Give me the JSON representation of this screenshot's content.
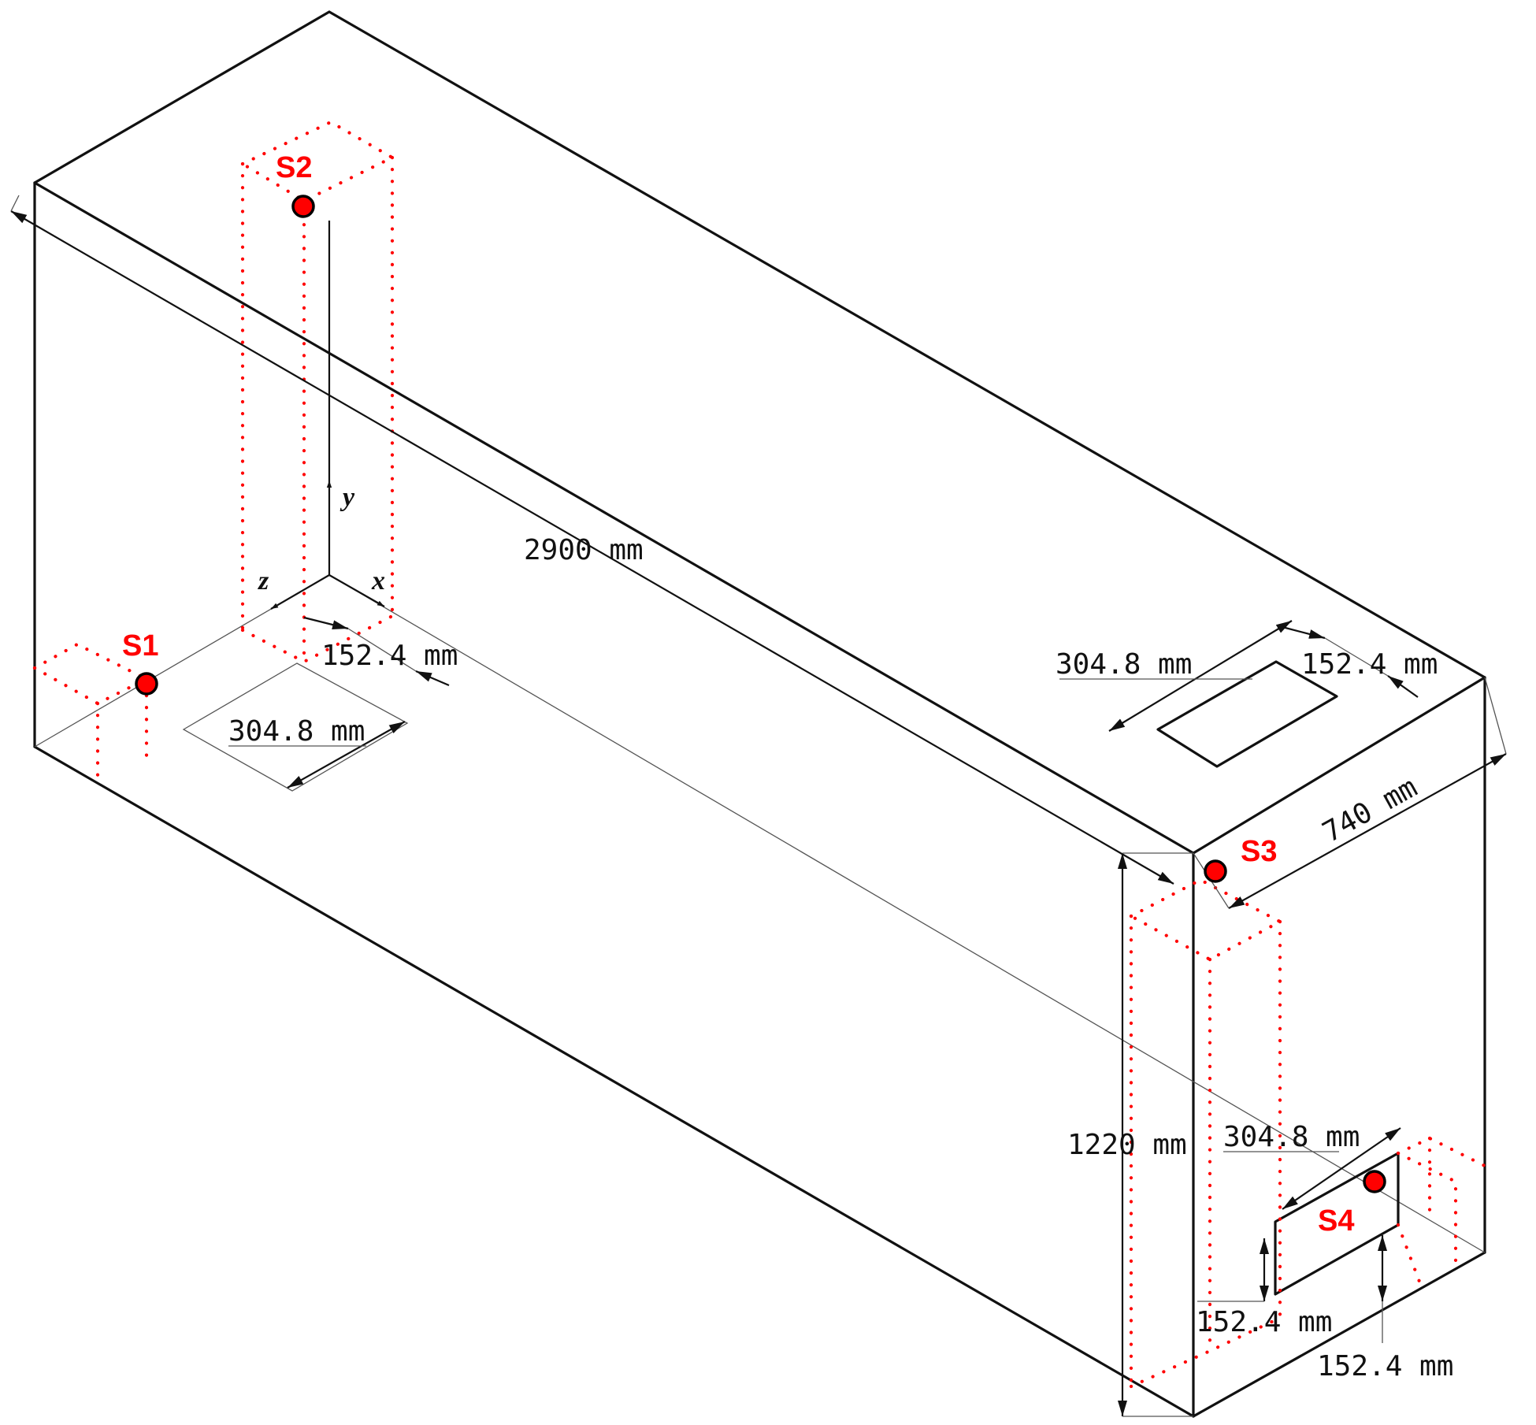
{
  "dimensions": {
    "length": "2900 mm",
    "width": "740 mm",
    "height": "1220 mm",
    "inlet_wide": "304.8 mm",
    "inlet_narrow": "152.4 mm",
    "outlet_top_wide": "304.8 mm",
    "outlet_top_narrow": "152.4 mm",
    "outlet_side_wide": "304.8 mm",
    "outlet_side_height": "152.4 mm",
    "outlet_side_offset": "152.4 mm"
  },
  "axes": {
    "x": "x",
    "y": "y",
    "z": "z"
  },
  "sensors": [
    {
      "id": "S1",
      "label": "S1"
    },
    {
      "id": "S2",
      "label": "S2"
    },
    {
      "id": "S3",
      "label": "S3"
    },
    {
      "id": "S4",
      "label": "S4"
    }
  ],
  "colors": {
    "sensor": "#ff0000",
    "sensor_text": "#ff0000",
    "lines": "#111111"
  }
}
